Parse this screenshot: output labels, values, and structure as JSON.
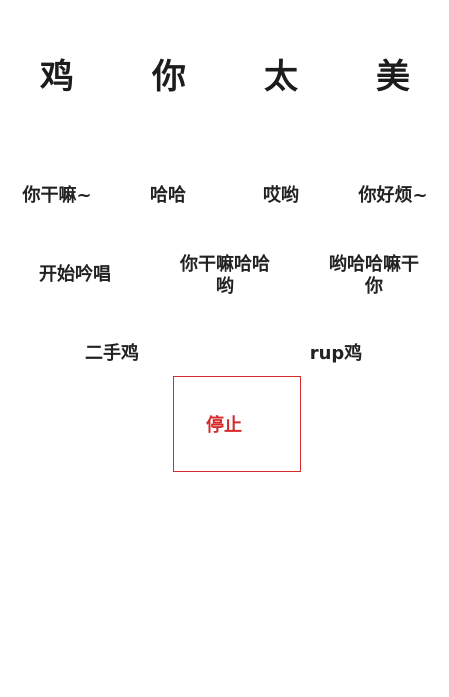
{
  "title_chars": [
    "鸡",
    "你",
    "太",
    "美"
  ],
  "buttons": {
    "row1": [
      "你干嘛~",
      "哈哈",
      "哎哟",
      "你好烦~"
    ],
    "row2": [
      "开始吟唱",
      "你干嘛哈哈哟",
      "哟哈哈嘛干你"
    ],
    "row3": [
      "二手鸡",
      "rup鸡"
    ]
  },
  "stop_label": "停止",
  "colors": {
    "text": "#222222",
    "stop_accent": "#d42a2a",
    "background": "#ffffff"
  }
}
